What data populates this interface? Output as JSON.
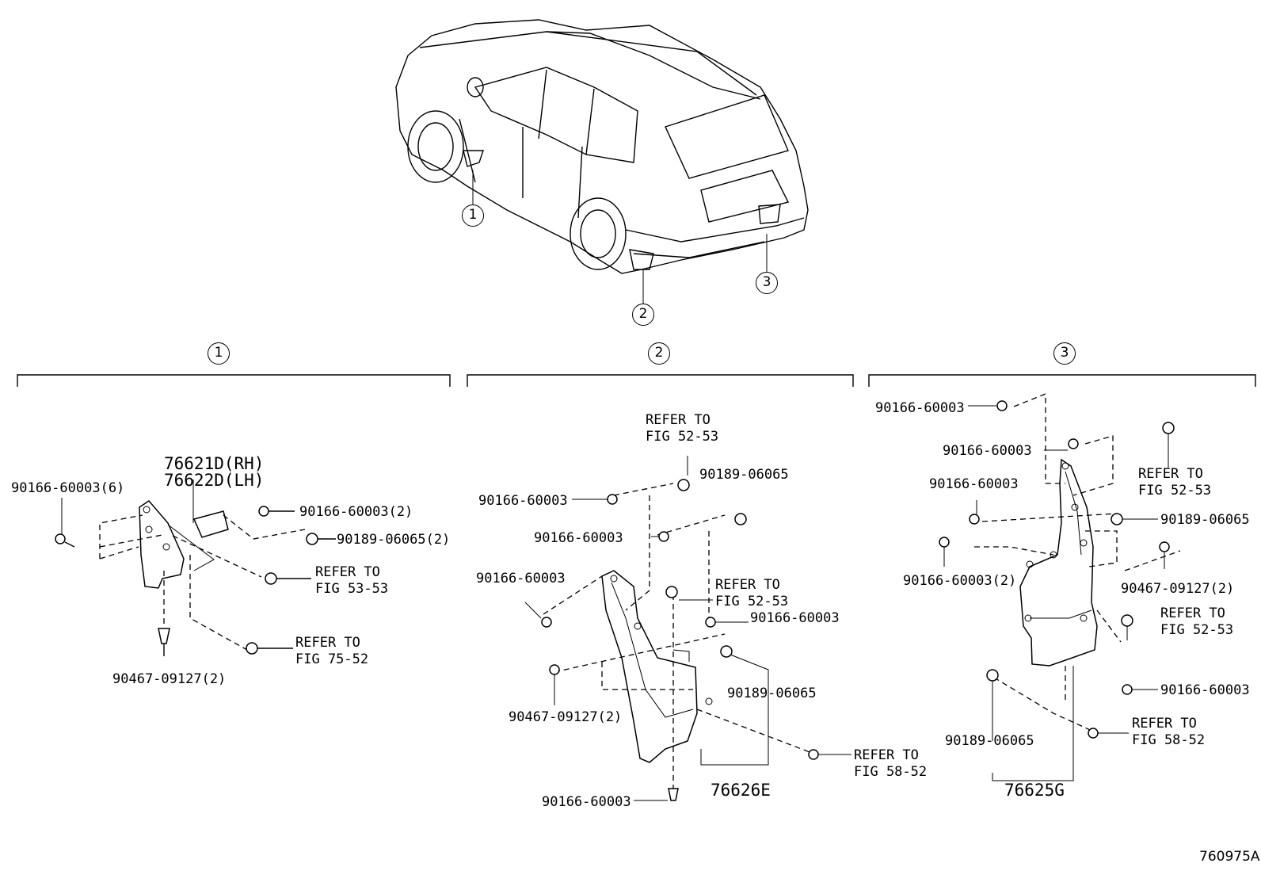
{
  "diagram_ref": "760975A",
  "callouts": {
    "c1": "1",
    "c2": "2",
    "c3": "3"
  },
  "section1": {
    "index": "1",
    "part_main_rh": "76621D(RH)",
    "part_main_lh": "76622D(LH)",
    "clip_left": "90166-60003(6)",
    "clip_top": "90166-60003(2)",
    "nut": "90189-06065(2)",
    "refer_a_1": "REFER TO",
    "refer_a_2": "FIG 53-53",
    "refer_b_1": "REFER TO",
    "refer_b_2": "FIG 75-52",
    "screw": "90467-09127(2)"
  },
  "section2": {
    "index": "2",
    "refer_top_1": "REFER TO",
    "refer_top_2": "FIG 52-53",
    "nut_top": "90189-06065",
    "clip_a": "90166-60003",
    "clip_b": "90166-60003",
    "clip_c": "90166-60003",
    "refer_mid_1": "REFER TO",
    "refer_mid_2": "FIG 52-53",
    "clip_d": "90166-60003",
    "screw": "90467-09127(2)",
    "nut_bottom": "90189-06065",
    "refer_bot_1": "REFER TO",
    "refer_bot_2": "FIG 58-52",
    "clip_bottom": "90166-60003",
    "part_main": "76626E"
  },
  "section3": {
    "index": "3",
    "clip_top": "90166-60003",
    "clip_2": "90166-60003",
    "refer_top_1": "REFER TO",
    "refer_top_2": "FIG 52-53",
    "clip_3": "90166-60003",
    "nut_mid": "90189-06065",
    "clip_4": "90166-60003(2)",
    "screw": "90467-09127(2)",
    "refer_mid_1": "REFER TO",
    "refer_mid_2": "FIG 52-53",
    "clip_5": "90166-60003",
    "refer_bot_1": "REFER TO",
    "refer_bot_2": "FIG 58-52",
    "nut_bottom": "90189-06065",
    "part_main": "76625G"
  }
}
